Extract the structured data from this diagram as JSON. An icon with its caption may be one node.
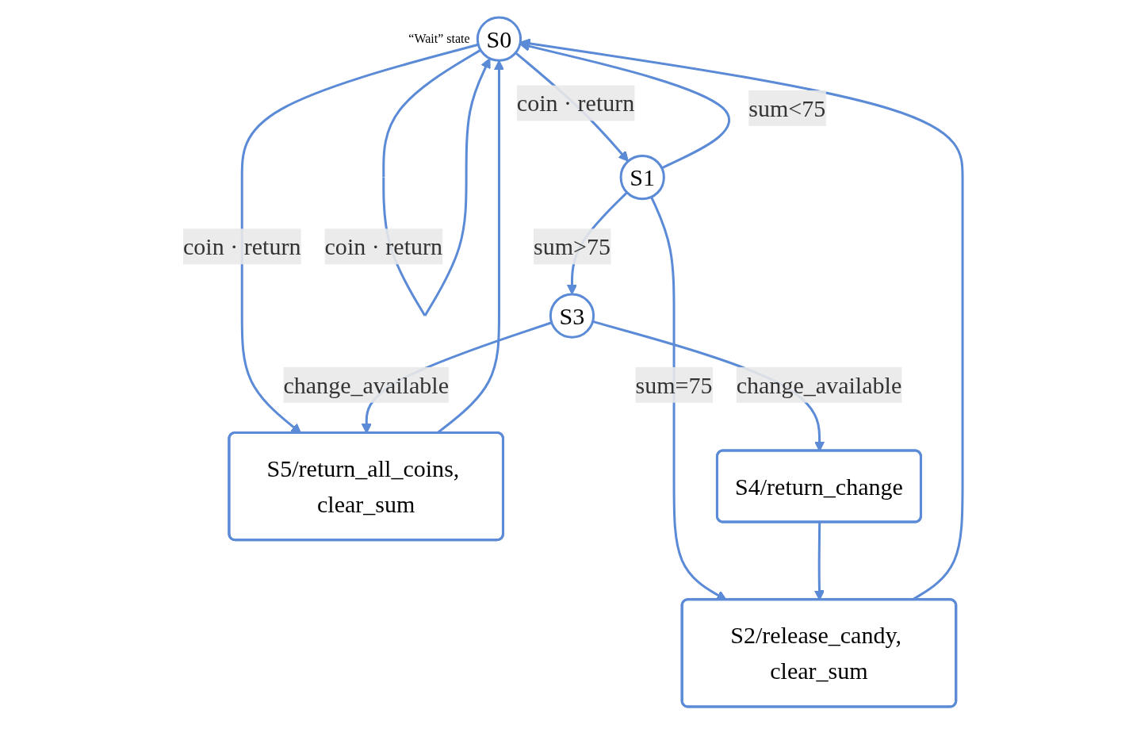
{
  "diagram": {
    "nodes": [
      {
        "text": [
          "S0"
        ],
        "beside": [
          "“Wait” state"
        ]
      },
      {
        "text": [
          "S5/return_all_coins, clear_sum"
        ]
      },
      {
        "text": [
          "S2/release_candy, clear_sum"
        ]
      },
      {
        "text": [
          "S4/return_change"
        ]
      },
      {
        "text": [
          "S1"
        ]
      },
      {
        "text": [
          "S3"
        ]
      }
    ],
    "edges": [
      {
        "from": 0,
        "to": 0,
        "arrow": "to",
        "label": "coin · return"
      },
      {
        "from": 0,
        "to": 1,
        "arrow": "to",
        "label": "coin · return"
      },
      {
        "from": 1,
        "to": 0,
        "arrow": "to"
      },
      {
        "from": 0,
        "to": 4,
        "arrow": "to",
        "label": "coin · return"
      },
      {
        "from": 4,
        "to": 0,
        "arrow": "to",
        "label": "sum<75"
      },
      {
        "from": 2,
        "to": 0,
        "arrow": "to"
      },
      {
        "from": 4,
        "to": 2,
        "arrow": "to",
        "label": "sum=75"
      },
      {
        "from": 4,
        "to": 5,
        "arrow": "to",
        "label": "sum>75"
      },
      {
        "from": 5,
        "to": 3,
        "arrow": "to",
        "label": "change_available"
      },
      {
        "from": 3,
        "to": 2,
        "arrow": "to"
      },
      {
        "from": 5,
        "to": 1,
        "arrow": "to",
        "label": "change_available"
      }
    ]
  }
}
